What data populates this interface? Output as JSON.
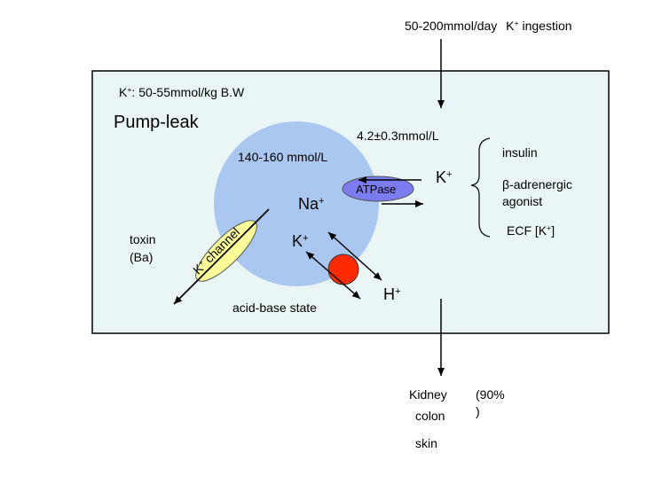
{
  "colors": {
    "panel_fill": "#EAF6F6",
    "panel_stroke": "#000000",
    "cell_fill": "#A9C7EF",
    "atpase_fill": "#7C7CF2",
    "channel_fill": "#FFFF99",
    "h_pump_fill": "#FF2A00"
  },
  "ingestion": {
    "text": "50-200mmol/day",
    "ion": "K",
    "charge": "+",
    "suffix": "ingestion"
  },
  "body_k": {
    "ion": "K",
    "charge": "+",
    "text": ": 50-55mmol/kg B.W"
  },
  "title": "Pump-leak",
  "ecf_conc": "4.2±0.3mmol/L",
  "icf_conc": "140-160 mmol/L",
  "atpase": "ATPase",
  "na": {
    "ion": "Na",
    "charge": "+"
  },
  "k_out": {
    "ion": "K",
    "charge": "+"
  },
  "k_in": {
    "ion": "K",
    "charge": "+"
  },
  "h": {
    "ion": "H",
    "charge": "+"
  },
  "channel": {
    "ion": "K",
    "charge": "+",
    "text": " channel"
  },
  "regulators": {
    "insulin": "insulin",
    "beta_line1": "β-adrenergic",
    "beta_line2": "agonist",
    "ecf_k": {
      "prefix": "ECF [K",
      "charge": "+",
      "suffix": "]"
    }
  },
  "toxin": {
    "line1": "toxin",
    "line2": "(Ba)"
  },
  "acid_base": "acid-base state",
  "excretion": {
    "kidney": "Kidney",
    "percent_line1": "(90%",
    "percent_line2": ")",
    "colon": "colon",
    "skin": "skin"
  }
}
